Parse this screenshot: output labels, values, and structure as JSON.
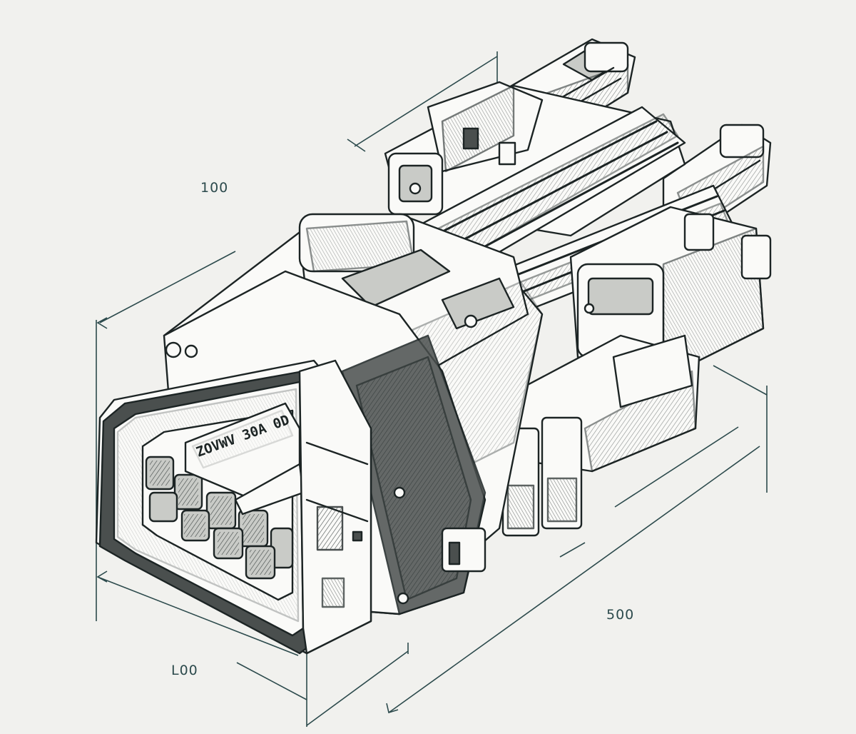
{
  "dimensions": {
    "top_label": "100",
    "right_label": "500",
    "left_label": "L00"
  },
  "connector": {
    "label_text": "ZOVWV 30A 0D"
  },
  "colors": {
    "background": "#f1f1ee",
    "ink": "#1c2424",
    "dimension_line": "#2c4a4c",
    "fill_light": "#fafaf8",
    "fill_mid": "#c9cbc7",
    "fill_dark": "#4a4f4e"
  }
}
